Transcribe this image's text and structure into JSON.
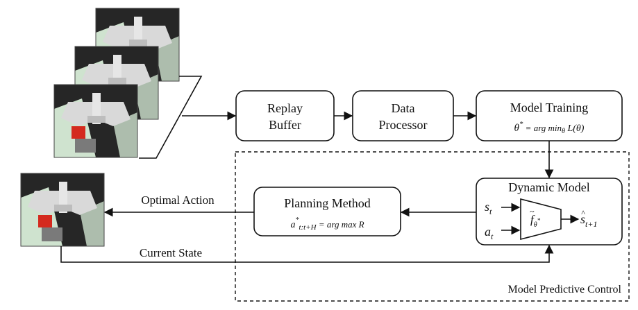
{
  "boxes": {
    "replay_buffer": [
      "Replay",
      "Buffer"
    ],
    "data_processor": [
      "Data",
      "Processor"
    ],
    "model_training": {
      "title": "Model Training",
      "eq_lhs": "θ",
      "eq_sup": "*",
      "eq_rhs": " = arg min",
      "eq_sub": "θ",
      "eq_tail": " L(θ)"
    },
    "planning_method": {
      "title": "Planning Method",
      "eq_a": "a",
      "eq_sup": "*",
      "eq_sub": "t:t+H",
      "eq_rhs": " = arg max R"
    },
    "dynamic_model": {
      "title": "Dynamic Model",
      "s_in": "s",
      "s_in_sub": "t",
      "a_in": "a",
      "a_in_sub": "t",
      "f": "f",
      "f_sub": "θ",
      "f_sup": "*",
      "s_out": "s",
      "s_out_sub": "t+1"
    }
  },
  "edges": {
    "optimal_action": "Optimal Action",
    "current_state": "Current State"
  },
  "region": {
    "mpc_label": "Model Predictive Control"
  },
  "colors": {
    "stroke": "#111111",
    "robot_red": "#d42a1e",
    "floor_green": "#cfe3cf",
    "scene_dark": "#262626"
  },
  "icons": [
    "robot-scene-thumbnail",
    "arrow-head",
    "trapezoid-model-icon"
  ]
}
